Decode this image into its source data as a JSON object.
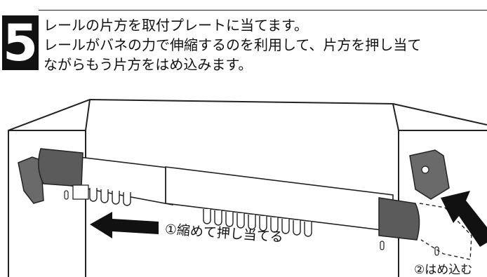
{
  "step": {
    "number": "5"
  },
  "instructions": {
    "line1": "レールの片方を取付プレートに当てます。",
    "line2": "レールがバネの力で伸縮するのを利用して、片方を押し当て",
    "line3": "ながらもう片方をはめ込みます。"
  },
  "annotations": {
    "shrink_press": "①縮めて押し当てる",
    "fit_in": "②はめ込む"
  },
  "colors": {
    "end_cap": "#5b5b5b",
    "bracket": "#6a6a6a",
    "arrow": "#111111",
    "rail": "#ffffff"
  },
  "icons": {
    "left_arrow": "arrow-left-icon",
    "up_left_arrow": "arrow-up-left-icon"
  }
}
